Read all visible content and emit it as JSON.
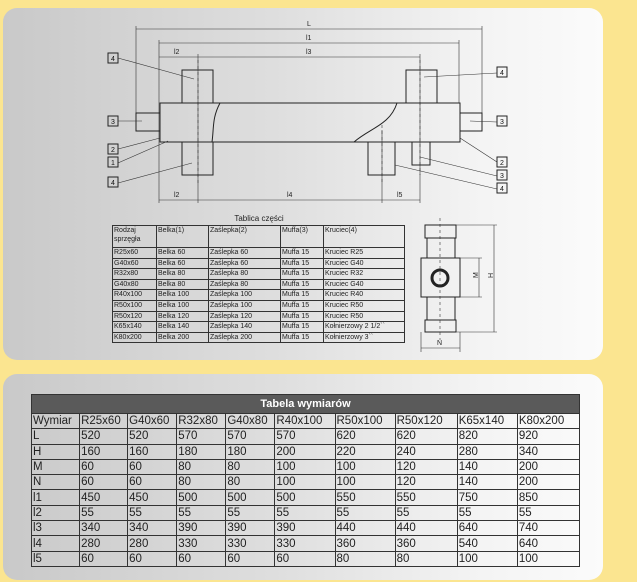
{
  "drawing": {
    "dims": {
      "L": "L",
      "l1": "l1",
      "l2": "l2",
      "l3": "l3",
      "l4": "l4",
      "l5": "l5",
      "M": "M",
      "H": "H",
      "N": "N"
    },
    "callouts_left": [
      "4",
      "3",
      "2",
      "1",
      "4"
    ],
    "callouts_right": [
      "4",
      "3",
      "2",
      "3",
      "4"
    ]
  },
  "parts_table": {
    "title": "Tablica części",
    "headers": [
      "Rodzaj sprzęgła",
      "Belka(1)",
      "Zaślepka(2)",
      "Muffa(3)",
      "Kruciec(4)"
    ],
    "rows": [
      [
        "R25x60",
        "Belka 60",
        "Zaślepka 60",
        "Muffa 15",
        "Kruciec R25"
      ],
      [
        "G40x60",
        "Belka 60",
        "Zaślepka 60",
        "Muffa 15",
        "Kruciec G40"
      ],
      [
        "R32x80",
        "Belka 80",
        "Zaślepka 80",
        "Muffa 15",
        "Kruciec R32"
      ],
      [
        "G40x80",
        "Belka 80",
        "Zaślepka 80",
        "Muffa 15",
        "Kruciec G40"
      ],
      [
        "R40x100",
        "Belka 100",
        "Zaślepka 100",
        "Muffa 15",
        "Kruciec R40"
      ],
      [
        "R50x100",
        "Belka 100",
        "Zaślepka 100",
        "Muffa 15",
        "Kruciec R50"
      ],
      [
        "R50x120",
        "Belka 120",
        "Zaślepka 120",
        "Muffa 15",
        "Kruciec R50"
      ],
      [
        "K65x140",
        "Belka 140",
        "Zaślepka 140",
        "Muffa 15",
        "Kołnierzowy 2 1/2``"
      ],
      [
        "K80x200",
        "Belka 200",
        "Zaślepka 200",
        "Muffa 15",
        "Kołnierzowy 3``"
      ]
    ]
  },
  "dims_table": {
    "title": "Tabela wymiarów",
    "headers": [
      "Wymiar",
      "R25x60",
      "G40x60",
      "R32x80",
      "G40x80",
      "R40x100",
      "R50x100",
      "R50x120",
      "K65x140",
      "K80x200"
    ],
    "rows": [
      [
        "L",
        "520",
        "520",
        "570",
        "570",
        "570",
        "620",
        "620",
        "820",
        "920"
      ],
      [
        "H",
        "160",
        "160",
        "180",
        "180",
        "200",
        "220",
        "240",
        "280",
        "340"
      ],
      [
        "M",
        "60",
        "60",
        "80",
        "80",
        "100",
        "100",
        "120",
        "140",
        "200"
      ],
      [
        "N",
        "60",
        "60",
        "80",
        "80",
        "100",
        "100",
        "120",
        "140",
        "200"
      ],
      [
        "l1",
        "450",
        "450",
        "500",
        "500",
        "500",
        "550",
        "550",
        "750",
        "850"
      ],
      [
        "l2",
        "55",
        "55",
        "55",
        "55",
        "55",
        "55",
        "55",
        "55",
        "55"
      ],
      [
        "l3",
        "340",
        "340",
        "390",
        "390",
        "390",
        "440",
        "440",
        "640",
        "740"
      ],
      [
        "l4",
        "280",
        "280",
        "330",
        "330",
        "330",
        "360",
        "360",
        "540",
        "640"
      ],
      [
        "l5",
        "60",
        "60",
        "60",
        "60",
        "60",
        "80",
        "80",
        "100",
        "100"
      ]
    ]
  }
}
